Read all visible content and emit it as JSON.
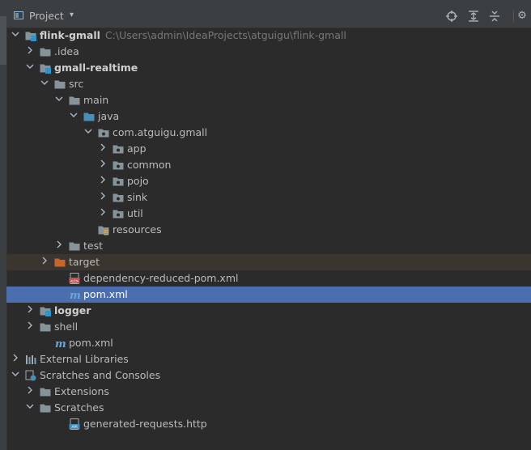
{
  "header": {
    "title": "Project",
    "dropdown_glyph": "▾",
    "buttons": [
      "locate-icon",
      "expand-all-icon",
      "collapse-all-icon",
      "gear-icon"
    ]
  },
  "colors": {
    "background": "#2b2b2b",
    "selection": "#4b6eaf",
    "excluded_row": "#3b3530",
    "folder": "#87939a",
    "source_folder": "#4a8db7",
    "excluded_folder": "#c8652a",
    "module_badge": "#3592c4"
  },
  "tree": [
    {
      "label": "flink-gmall",
      "path": "C:\\Users\\admin\\IdeaProjects\\atguigu\\flink-gmall",
      "bold": true,
      "expanded": true,
      "icon": "module-folder-icon",
      "depth": 0
    },
    {
      "label": ".idea",
      "icon": "folder-icon",
      "expanded": false,
      "depth": 1
    },
    {
      "label": "gmall-realtime",
      "bold": true,
      "icon": "module-folder-icon",
      "expanded": true,
      "depth": 1
    },
    {
      "label": "src",
      "icon": "folder-icon",
      "expanded": true,
      "depth": 2
    },
    {
      "label": "main",
      "icon": "folder-icon",
      "expanded": true,
      "depth": 3
    },
    {
      "label": "java",
      "icon": "source-folder-icon",
      "expanded": true,
      "depth": 4
    },
    {
      "label": "com.atguigu.gmall",
      "icon": "package-icon",
      "expanded": true,
      "depth": 5
    },
    {
      "label": "app",
      "icon": "package-icon",
      "expanded": false,
      "depth": 6
    },
    {
      "label": "common",
      "icon": "package-icon",
      "expanded": false,
      "depth": 6
    },
    {
      "label": "pojo",
      "icon": "package-icon",
      "expanded": false,
      "depth": 6
    },
    {
      "label": "sink",
      "icon": "package-icon",
      "expanded": false,
      "depth": 6
    },
    {
      "label": "util",
      "icon": "package-icon",
      "expanded": false,
      "depth": 6
    },
    {
      "label": "resources",
      "icon": "resources-folder-icon",
      "depth": 5
    },
    {
      "label": "test",
      "icon": "folder-icon",
      "expanded": false,
      "depth": 3
    },
    {
      "label": "target",
      "icon": "excluded-folder-icon",
      "expanded": false,
      "depth": 2,
      "excluded": true
    },
    {
      "label": "dependency-reduced-pom.xml",
      "icon": "xml-file-icon",
      "depth": 3
    },
    {
      "label": "pom.xml",
      "icon": "maven-file-icon",
      "depth": 3,
      "selected": true
    },
    {
      "label": "logger",
      "bold": true,
      "icon": "module-folder-icon",
      "expanded": false,
      "depth": 1
    },
    {
      "label": "shell",
      "icon": "folder-icon",
      "expanded": false,
      "depth": 1
    },
    {
      "label": "pom.xml",
      "icon": "maven-file-icon",
      "depth": 2
    },
    {
      "label": "External Libraries",
      "icon": "libraries-icon",
      "expanded": false,
      "depth": 0
    },
    {
      "label": "Scratches and Consoles",
      "icon": "scratches-icon",
      "expanded": true,
      "depth": 0
    },
    {
      "label": "Extensions",
      "icon": "folder-icon",
      "expanded": false,
      "depth": 1
    },
    {
      "label": "Scratches",
      "icon": "folder-icon",
      "expanded": true,
      "depth": 1
    },
    {
      "label": "generated-requests.http",
      "icon": "http-file-icon",
      "depth": 3
    }
  ]
}
